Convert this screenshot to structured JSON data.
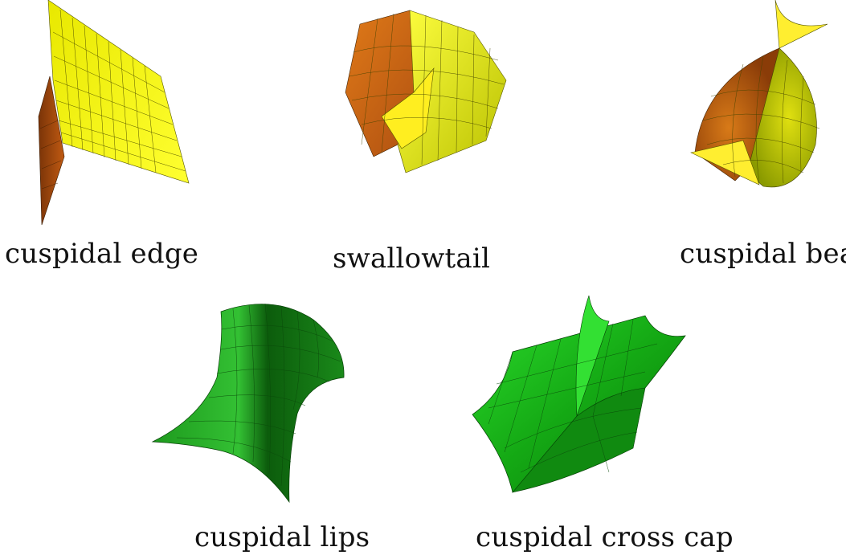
{
  "figure": {
    "panels": [
      {
        "id": "cuspidal-edge",
        "caption": "cuspidal edge",
        "color_front": "#f5f500",
        "color_back": "#a94a10"
      },
      {
        "id": "swallowtail",
        "caption": "swallowtail",
        "color_front": "#e6e600",
        "color_back": "#c96a10"
      },
      {
        "id": "cuspidal-beaks",
        "caption": "cuspidal beaks",
        "color_front": "#d8d800",
        "color_back": "#c96a10"
      },
      {
        "id": "cuspidal-lips",
        "caption": "cuspidal lips",
        "color_front": "#22b822",
        "color_back": "#0a6a0a"
      },
      {
        "id": "cuspidal-cross-cap",
        "caption": "cuspidal cross cap",
        "color_front": "#22d822",
        "color_back": "#0a8a0a"
      }
    ]
  }
}
